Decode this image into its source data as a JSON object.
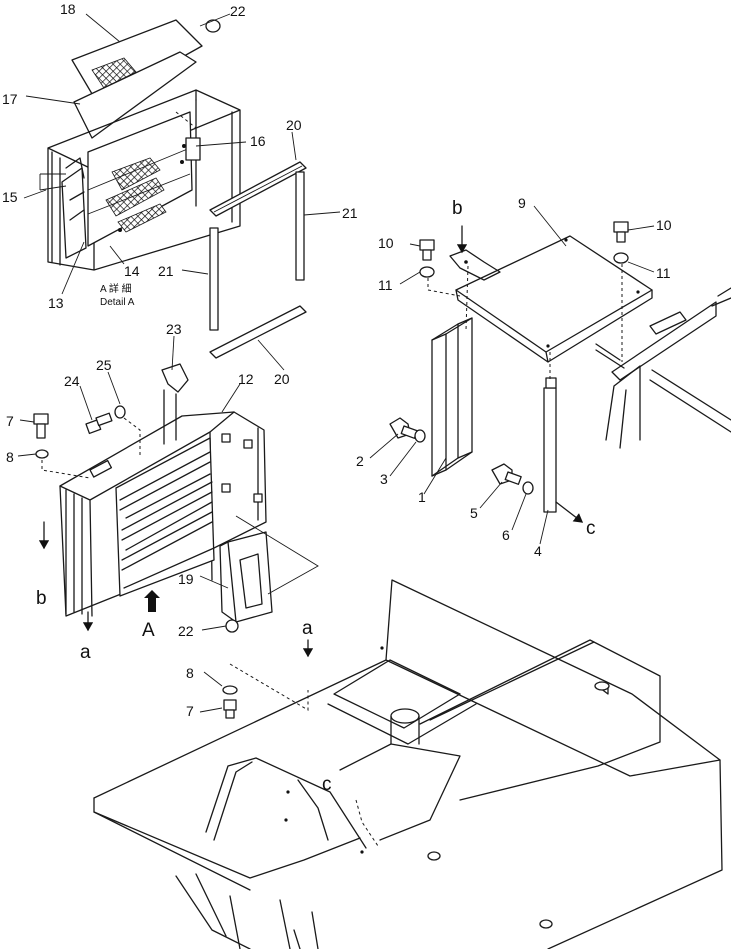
{
  "callouts": {
    "n1": "1",
    "n2": "2",
    "n3": "3",
    "n4": "4",
    "n5": "5",
    "n6": "6",
    "n7a": "7",
    "n7b": "7",
    "n8a": "8",
    "n8b": "8",
    "n9": "9",
    "n10a": "10",
    "n10b": "10",
    "n11a": "11",
    "n11b": "11",
    "n12": "12",
    "n13": "13",
    "n14": "14",
    "n15": "15",
    "n16": "16",
    "n17": "17",
    "n18": "18",
    "n19": "19",
    "n20a": "20",
    "n20b": "20",
    "n21a": "21",
    "n21b": "21",
    "n22a": "22",
    "n22b": "22",
    "n23": "23",
    "n24": "24",
    "n25": "25"
  },
  "reference_letters": {
    "b_top": "b",
    "b_left": "b",
    "a_bottom": "a",
    "a_top": "a",
    "c_right": "c",
    "c_bottom": "c",
    "A_arrow": "A"
  },
  "detail_caption": {
    "line1": "A 詳 細",
    "line2": "Detail A"
  }
}
